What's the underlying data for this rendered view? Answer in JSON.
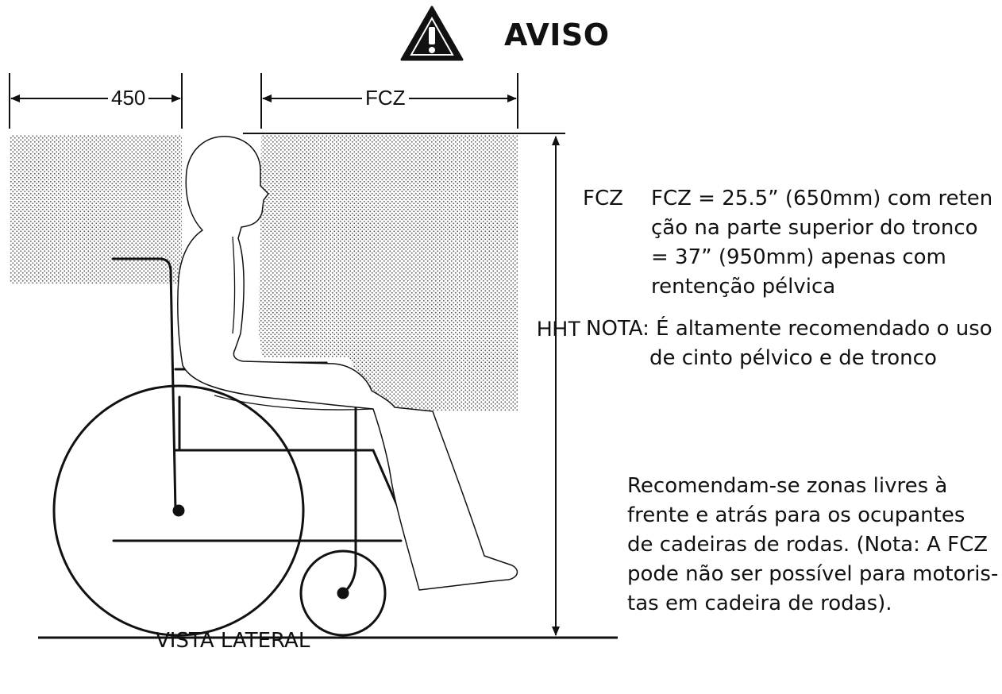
{
  "warning": {
    "title": "AVISO",
    "icon": "warning-triangle-exclamation-icon"
  },
  "dimensions": {
    "rear_clear_zone": "450",
    "front_clear_zone": "FCZ",
    "head_height": "HHT"
  },
  "fcz_note": {
    "key": "FCZ",
    "lines": [
      "FCZ = 25.5” (650mm) com reten",
      "ção na parte superior do tronco",
      "= 37” (950mm) apenas com",
      "rentenção pélvica"
    ]
  },
  "nota": {
    "lines": [
      "NOTA: É altamente recomendado o uso",
      "de cinto pélvico e de tronco"
    ]
  },
  "recommendation": {
    "lines": [
      "Recomendam-se zonas livres à",
      "frente e atrás para os ocupantes",
      "de cadeiras de rodas. (Nota: A FCZ",
      "pode não ser possível para motoris-",
      "tas em cadeira de rodas)."
    ]
  },
  "view_label": "VISTA LATERAL",
  "colors": {
    "stroke": "#111111",
    "dot_pattern": "#555555",
    "background": "#ffffff"
  }
}
